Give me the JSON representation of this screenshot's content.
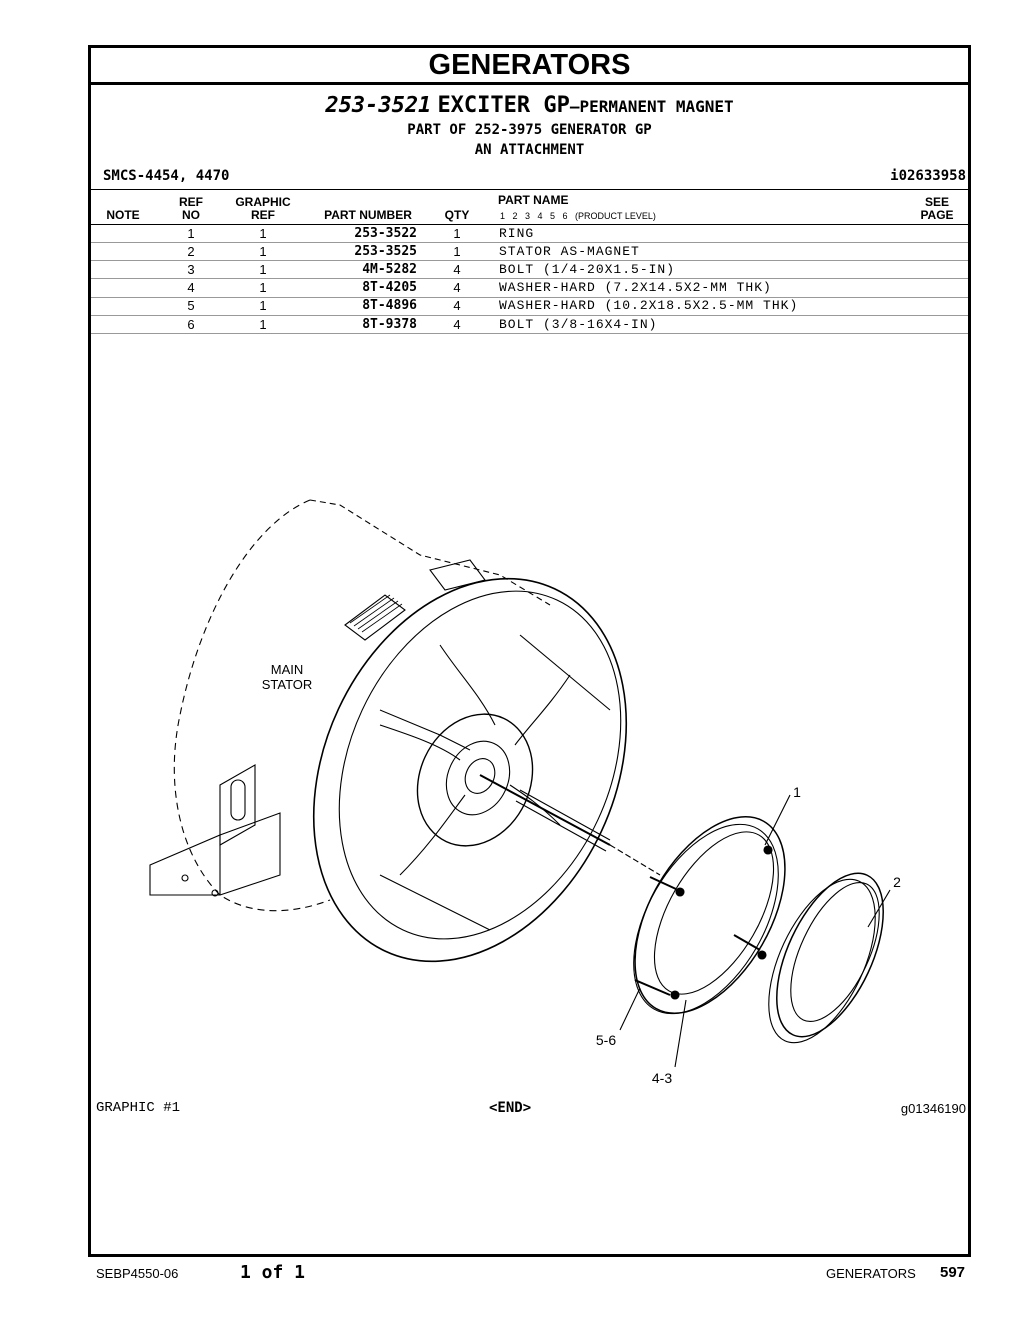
{
  "section_title": "GENERATORS",
  "group": {
    "number": "253-3521",
    "name": "EXCITER GP",
    "dash": "–",
    "suffix": "PERMANENT MAGNET",
    "part_of": "PART OF 252-3975 GENERATOR GP",
    "type": "AN ATTACHMENT"
  },
  "smcs": "SMCS-4454, 4470",
  "info_id": "i02633958",
  "headers": {
    "note": "NOTE",
    "ref_no_1": "REF",
    "ref_no_2": "NO",
    "graphic_ref_1": "GRAPHIC",
    "graphic_ref_2": "REF",
    "part_number": "PART NUMBER",
    "qty": "QTY",
    "part_name": "PART NAME",
    "levels": "1   2   3   4   5   6   (PRODUCT LEVEL)",
    "see_page_1": "SEE",
    "see_page_2": "PAGE"
  },
  "rows": [
    {
      "ref": "1",
      "graphic": "1",
      "part_number": "253-3522",
      "qty": "1",
      "name": "RING"
    },
    {
      "ref": "2",
      "graphic": "1",
      "part_number": "253-3525",
      "qty": "1",
      "name": "STATOR AS-MAGNET"
    },
    {
      "ref": "3",
      "graphic": "1",
      "part_number": "4M-5282",
      "qty": "4",
      "name": "BOLT (1/4-20X1.5-IN)"
    },
    {
      "ref": "4",
      "graphic": "1",
      "part_number": "8T-4205",
      "qty": "4",
      "name": "WASHER-HARD (7.2X14.5X2-MM THK)"
    },
    {
      "ref": "5",
      "graphic": "1",
      "part_number": "8T-4896",
      "qty": "4",
      "name": "WASHER-HARD (10.2X18.5X2.5-MM THK)"
    },
    {
      "ref": "6",
      "graphic": "1",
      "part_number": "8T-9378",
      "qty": "4",
      "name": "BOLT (3/8-16X4-IN)"
    }
  ],
  "illustration": {
    "main_stator_1": "MAIN",
    "main_stator_2": "STATOR",
    "callout_1": "1",
    "callout_2": "2",
    "callout_56": "5-6",
    "callout_43": "4-3"
  },
  "footer": {
    "graphic": "GRAPHIC #1",
    "end": "<END>",
    "graphic_id": "g01346190",
    "doc": "SEBP4550-06",
    "page_of": "1 of 1",
    "section": "GENERATORS",
    "page": "597"
  }
}
